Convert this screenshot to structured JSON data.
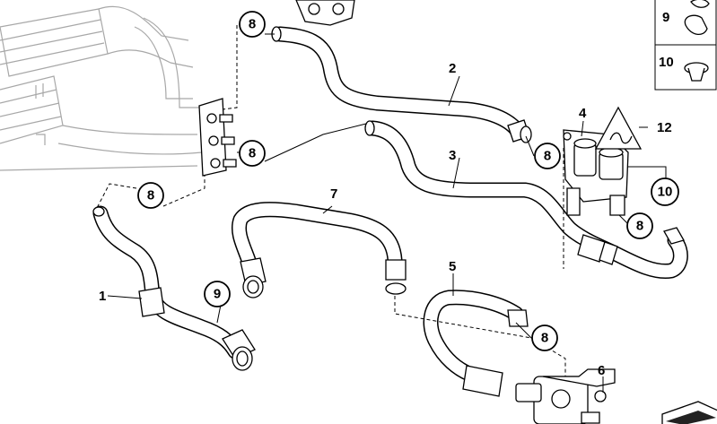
{
  "callouts": {
    "c1": "1",
    "c2": "2",
    "c3": "3",
    "c4": "4",
    "c5": "5",
    "c6": "6",
    "c7": "7",
    "c8": "8",
    "c9": "9",
    "c10": "10",
    "c12": "12"
  },
  "legend": {
    "item9": "9",
    "item10": "10"
  }
}
